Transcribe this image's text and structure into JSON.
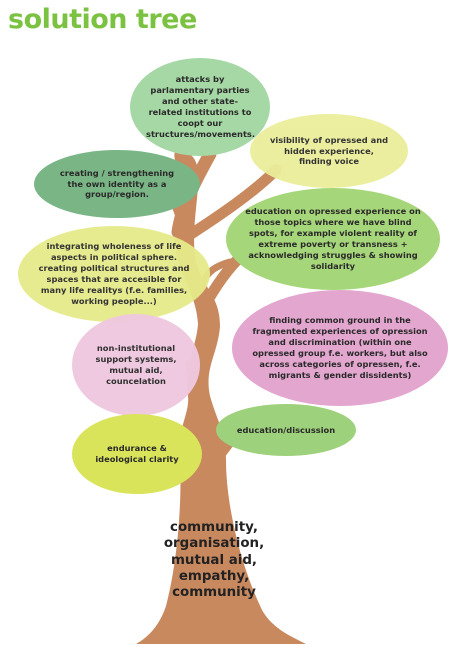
{
  "title": "solution tree",
  "colors": {
    "title": "#7cc242",
    "trunk": "#c9895f",
    "green_light": "#a6d8a5",
    "yellow_light": "#eaee9a",
    "green_dark": "#7ab585",
    "green_mid": "#a6d67a",
    "yellow": "#e6ea8a",
    "pink_light": "#efc8df",
    "pink": "#e2a6cf",
    "green_grass": "#9ed17b",
    "lime": "#d9e45a"
  },
  "bubbles": [
    {
      "id": "coopt",
      "text": "attacks by parlamentary parties and other state-related institutions to coopt our structures/movements."
    },
    {
      "id": "visibility",
      "text": "visibility of opressed and hidden experience, finding voice"
    },
    {
      "id": "identity",
      "text": "creating / strengthening the own identity as a group/region."
    },
    {
      "id": "education-blind",
      "text": "education on opressed experience on those topics where we have blind spots, for example violent reality of extreme poverty or transness + acknowledging struggles & showing solidarity"
    },
    {
      "id": "wholeness",
      "text": "integrating wholeness of life aspects in political sphere. creating political structures and spaces that are accesible for many life realitys (f.e. families, working people...)"
    },
    {
      "id": "common-ground",
      "text": "finding common ground in the fragmented experiences of opression and discrimination (within one opressed group f.e. workers, but also across categories of opressen, f.e. migrants & gender dissidents)"
    },
    {
      "id": "support",
      "text": "non-institutional support systems, mutual aid, councelation"
    },
    {
      "id": "discussion",
      "text": "education/discussion"
    },
    {
      "id": "endurance",
      "text": "endurance & ideological clarity"
    }
  ],
  "root_text": "community, organisation, mutual aid, empathy, community"
}
